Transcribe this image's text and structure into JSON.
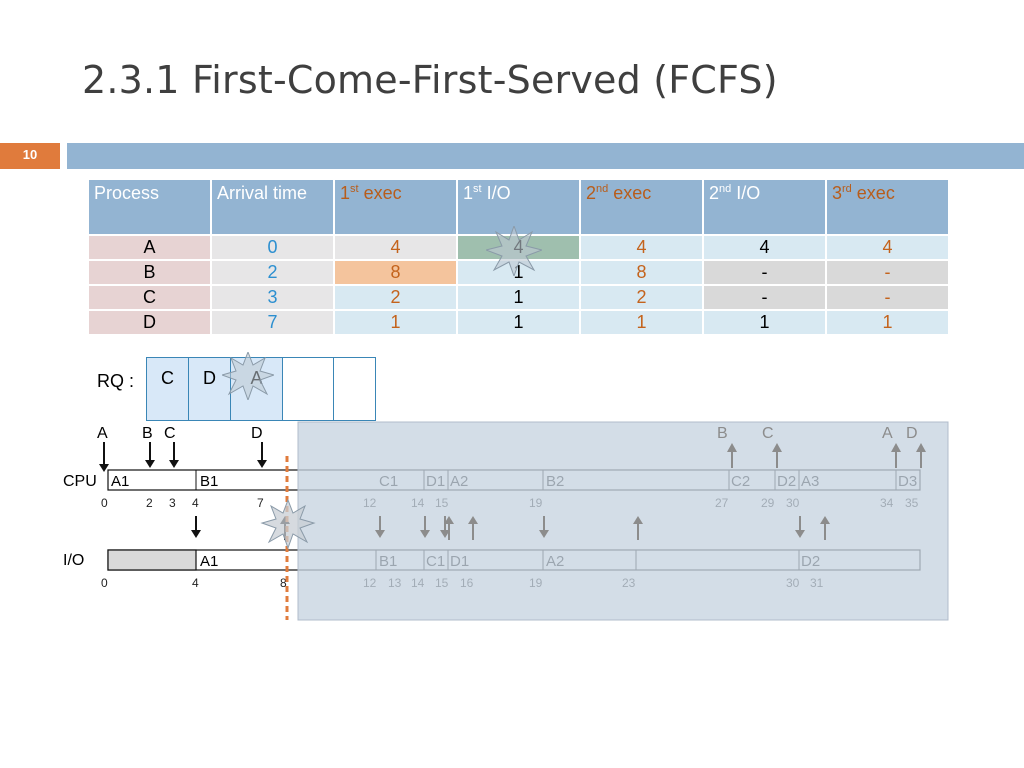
{
  "slide": {
    "title": "2.3.1 First-Come-First-Served (FCFS)",
    "page_number": "10"
  },
  "table": {
    "headers": [
      {
        "base": "Process",
        "sup": "",
        "rest": ""
      },
      {
        "base": "Arrival time",
        "sup": "",
        "rest": ""
      },
      {
        "base": "1",
        "sup": "st",
        "rest": " exec"
      },
      {
        "base": "1",
        "sup": "st",
        "rest": " I/O"
      },
      {
        "base": "2",
        "sup": "nd",
        "rest": " exec"
      },
      {
        "base": "2",
        "sup": "nd",
        "rest": " I/O"
      },
      {
        "base": "3",
        "sup": "rd",
        "rest": " exec"
      }
    ],
    "rows": [
      [
        "A",
        "0",
        "4",
        "4",
        "4",
        "4",
        "4"
      ],
      [
        "B",
        "2",
        "8",
        "1",
        "8",
        "-",
        "-"
      ],
      [
        "C",
        "3",
        "2",
        "1",
        "2",
        "-",
        "-"
      ],
      [
        "D",
        "7",
        "1",
        "1",
        "1",
        "1",
        "1"
      ]
    ]
  },
  "ready_queue": {
    "label": "RQ :",
    "cells": [
      "C",
      "D",
      "A",
      "",
      ""
    ]
  },
  "timeline": {
    "arrivals_top": [
      "A",
      "B",
      "C",
      "D"
    ],
    "completions_top": [
      "B",
      "C",
      "A",
      "D"
    ],
    "cpu_label": "CPU",
    "io_label": "I/O",
    "cpu_segments": [
      "A1",
      "B1",
      "C1",
      "D1",
      "A2",
      "B2",
      "C2",
      "D2",
      "A3",
      "D3"
    ],
    "cpu_ticks": [
      "0",
      "2",
      "3",
      "4",
      "7",
      "12",
      "14",
      "15",
      "19",
      "27",
      "29",
      "30",
      "34",
      "35"
    ],
    "io_segments": [
      "A1",
      "B1",
      "C1",
      "D1",
      "A2",
      "D2"
    ],
    "io_ticks": [
      "0",
      "4",
      "8",
      "12",
      "13",
      "14",
      "15",
      "16",
      "19",
      "23",
      "30",
      "31"
    ]
  },
  "colors": {
    "accent_orange": "#e07b3c",
    "header_blue": "#93b4d2",
    "overlay": "#c6d3e0"
  }
}
